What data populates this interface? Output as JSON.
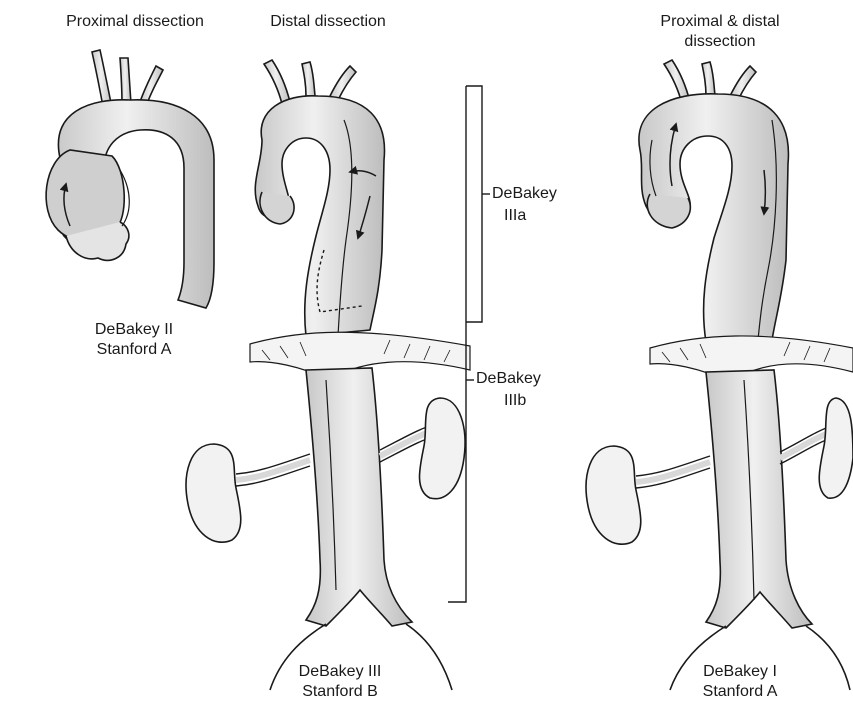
{
  "panels": {
    "left": {
      "heading": "Proximal dissection",
      "caption_line1": "DeBakey II",
      "caption_line2": "Stanford A"
    },
    "middle": {
      "heading": "Distal dissection",
      "caption_line1": "DeBakey III",
      "caption_line2": "Stanford B"
    },
    "right": {
      "heading_line1": "Proximal & distal",
      "heading_line2": "dissection",
      "caption_line1": "DeBakey I",
      "caption_line2": "Stanford A"
    }
  },
  "brackets": {
    "upper": {
      "line1": "DeBakey",
      "line2": "IIIa"
    },
    "lower": {
      "line1": "DeBakey",
      "line2": "IIIb"
    }
  },
  "colors": {
    "vessel_fill": "#dcdcdc",
    "vessel_highlight": "#f2f2f2",
    "outline": "#1a1a1a"
  }
}
